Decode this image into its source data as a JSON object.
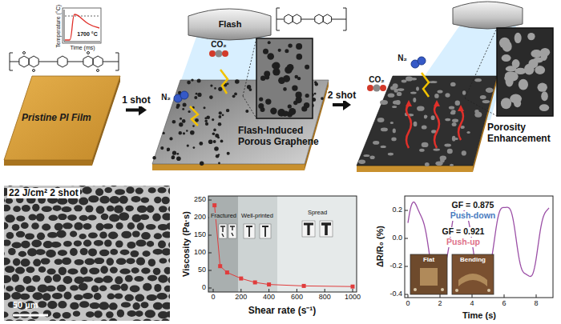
{
  "diagram": {
    "nodes": [
      {
        "text": [
          "Pristine PI Film"
        ]
      },
      {
        "text": [
          "Flash-Induced Porous Graphene"
        ]
      },
      {
        "text": [
          "Porosity Enhancement"
        ]
      }
    ],
    "edges": [
      {
        "from": 0,
        "to": 1,
        "arrow": "to",
        "label": "1 shot"
      },
      {
        "from": 1,
        "to": 2,
        "arrow": "to",
        "label": "2 shot"
      }
    ],
    "labels": [
      "Temperature (°C)",
      "1700 °C",
      "Time (ms)",
      "Flash",
      "N₂",
      "CO₂",
      "CO₂",
      "N₂",
      "22 J/cm² 2 shot",
      "50 µm",
      "Fractured",
      "Well-printed",
      "Spread",
      "Viscosity (Pa·s)",
      "Shear rate (s⁻¹)",
      "0",
      "50",
      "100",
      "150",
      "200",
      "250",
      "0",
      "200",
      "400",
      "600",
      "800",
      "1000",
      "GF = 0.875",
      "Push-down",
      "GF = 0.921",
      "Push-up",
      "ΔR/R₀ (%)",
      "Time (s)",
      "-0.4",
      "-0.2",
      "0.0",
      "0.2",
      "0",
      "2",
      "4",
      "6",
      "8",
      "Flat",
      "Bending"
    ]
  }
}
